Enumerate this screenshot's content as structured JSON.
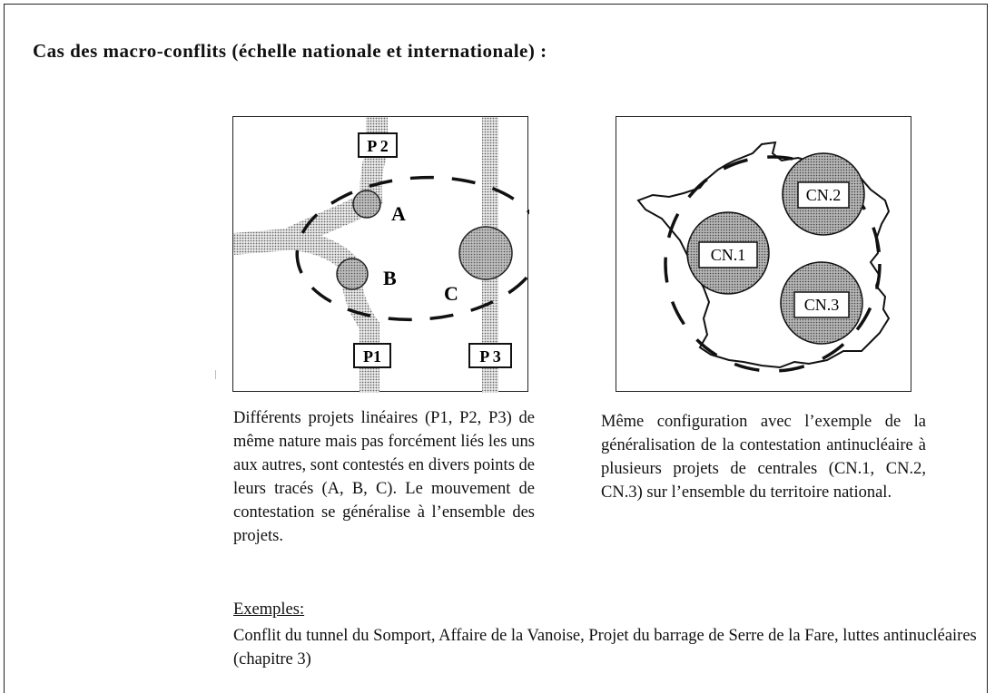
{
  "heading": "Cas des macro-conflits (échelle nationale et internationale) :",
  "left_diagram": {
    "project_labels": [
      "P 2",
      "P1",
      "P 3"
    ],
    "point_labels": [
      "A",
      "B",
      "C"
    ],
    "caption": "Différents projets linéaires (P1, P2, P3) de même nature mais pas forcément liés les uns aux autres, sont contestés en divers points de leurs tracés (A, B, C). Le mouvement de contestation se généralise à l’ensemble des projets."
  },
  "right_diagram": {
    "plant_labels": [
      "CN.2",
      "CN.1",
      "CN.3"
    ],
    "caption": "Même configuration avec l’exemple de la généralisation de la contestation antinucléaire à plusieurs projets de centrales (CN.1, CN.2, CN.3) sur l’ensemble du territoire national."
  },
  "examples": {
    "label": "Exemples:",
    "text": "Conflit du tunnel du Somport, Affaire de la Vanoise, Projet du barrage de Serre de la Fare, luttes antinucléaires (chapitre 3)"
  },
  "colors": {
    "ink": "#111111",
    "shade": "#9a9a9a",
    "corridor": "#c8c8c8"
  }
}
